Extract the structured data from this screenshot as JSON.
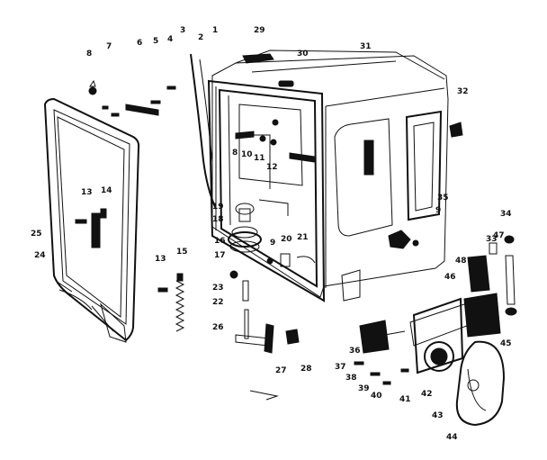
{
  "diagram": {
    "part_labels": [
      "1",
      "2",
      "3",
      "4",
      "5",
      "6",
      "7",
      "8",
      "9",
      "10",
      "11",
      "12",
      "13",
      "14",
      "15",
      "16",
      "17",
      "18",
      "19",
      "20",
      "21",
      "22",
      "23",
      "24",
      "25",
      "26",
      "27",
      "28",
      "29",
      "30",
      "31",
      "32",
      "33",
      "34",
      "35",
      "36",
      "37",
      "38",
      "39",
      "40",
      "41",
      "42",
      "43",
      "44",
      "45",
      "46",
      "47",
      "48"
    ]
  }
}
